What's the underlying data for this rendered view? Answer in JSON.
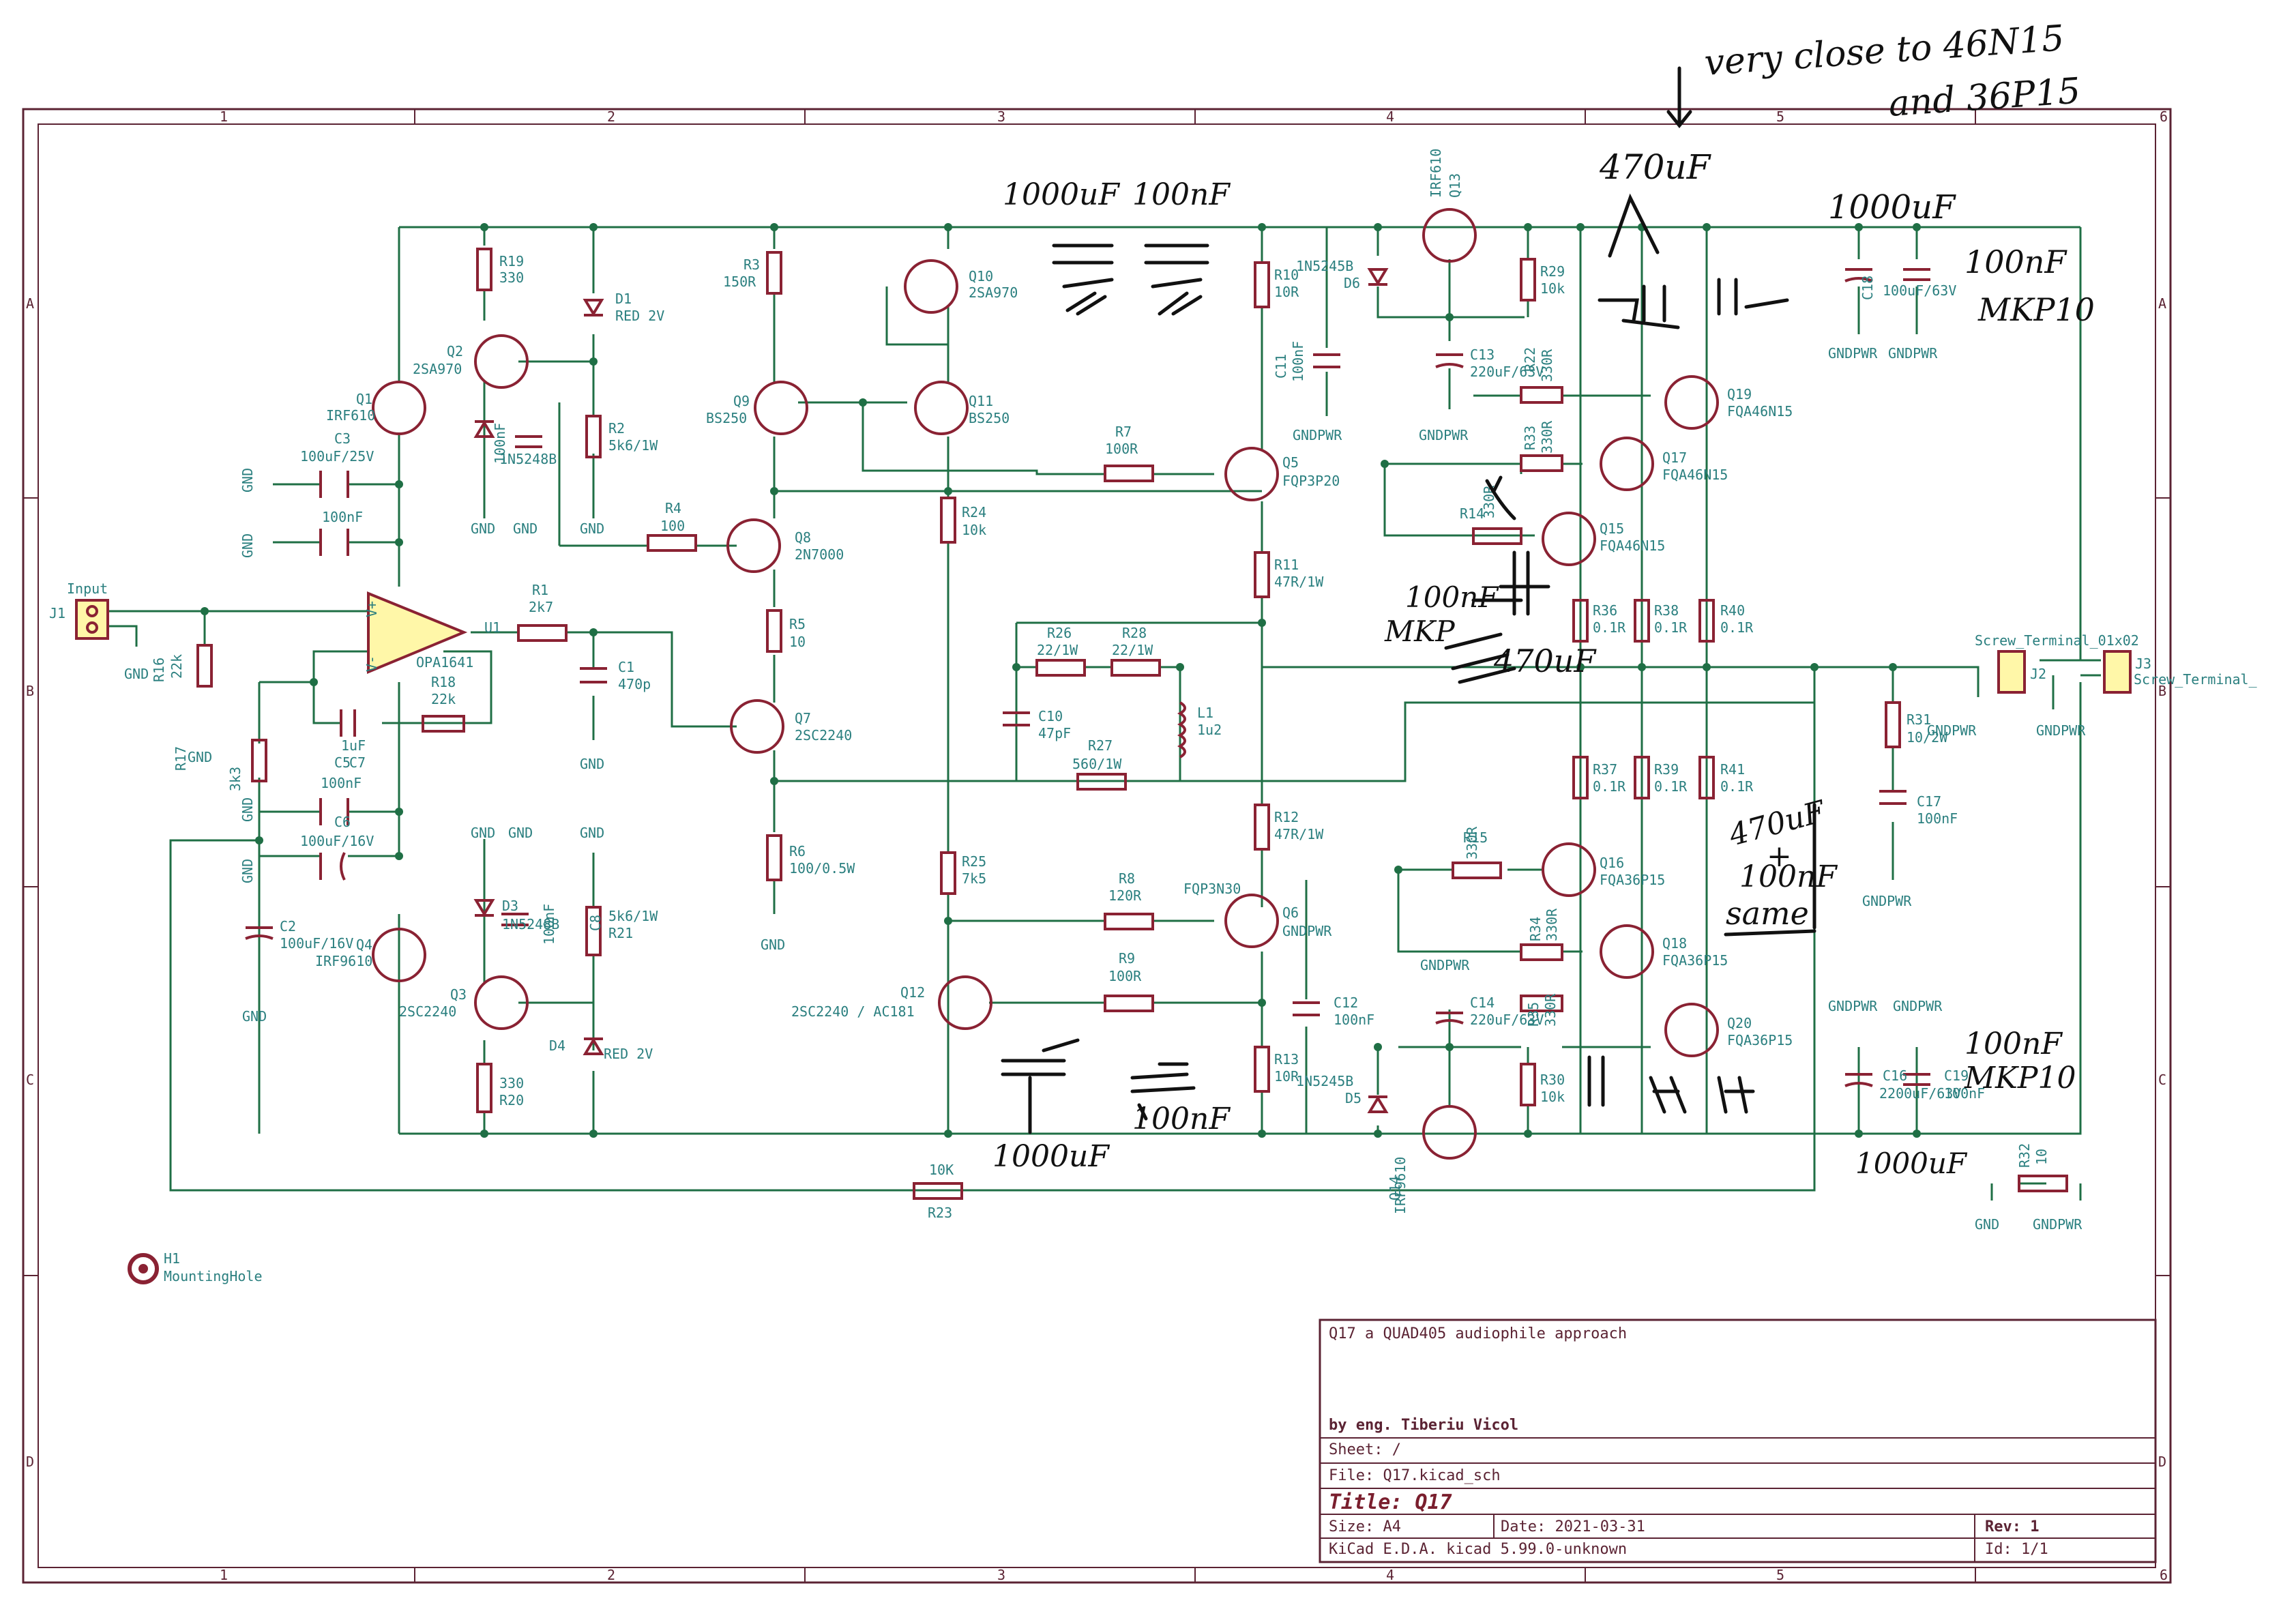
{
  "handnotes": {
    "note1a": "very close to 46N15",
    "note1b": "and 36P15",
    "c470uf_top": "470uF",
    "c1000uf_tl": "1000uF",
    "c100nf_tl": "100nF",
    "c1000uf_tr": "1000uF",
    "c100nf_tr": "100nF",
    "mkp10_tr": "MKP10",
    "c100nf_mid": "100nF",
    "mkp_mid": "MKP",
    "c470uf_mid": "470uF",
    "same_a": "470uF",
    "same_b": "+",
    "same_c": "100nF",
    "same_d": "same",
    "c1000uf_bl": "1000uF",
    "c100nf_bl": "100nF",
    "c1000uf_br": "1000uF",
    "c100nf_br": "100nF",
    "mkp10_br": "MKP10",
    "c470uf_x": "470uF"
  },
  "components": {
    "R19": [
      "R19",
      "330"
    ],
    "D1": [
      "D1",
      "RED 2V"
    ],
    "Q2": [
      "Q2",
      "2SA970"
    ],
    "Q1": [
      "Q1",
      "IRF610"
    ],
    "C3": [
      "C3",
      "100uF/25V"
    ],
    "C3b": [
      "100nF"
    ],
    "D2": [
      "1N5248B"
    ],
    "C2x": [
      "100nF"
    ],
    "R2": [
      "R2",
      "5k6/1W"
    ],
    "R3": [
      "R3",
      "150R"
    ],
    "Q10": [
      "Q10",
      "2SA970"
    ],
    "Q9": [
      "Q9",
      "BS250"
    ],
    "Q11": [
      "Q11",
      "BS250"
    ],
    "R4": [
      "R4",
      "100"
    ],
    "Q8": [
      "Q8",
      "2N7000"
    ],
    "R24": [
      "R24",
      "10k"
    ],
    "R7": [
      "R7",
      "100R"
    ],
    "R10": [
      "R10",
      "10R"
    ],
    "D6": [
      "1N5245B",
      "D6"
    ],
    "Q13": [
      "IRF610",
      "Q13"
    ],
    "R29": [
      "R29",
      "10k"
    ],
    "C11": [
      "C11",
      "100nF"
    ],
    "C13": [
      "C13",
      "220uF/63V"
    ],
    "R22": [
      "R22",
      "330R"
    ],
    "Q19": [
      "Q19",
      "FQA46N15"
    ],
    "Q5": [
      "Q5",
      "FQP3P20"
    ],
    "R33": [
      "R33",
      "330R"
    ],
    "Q17": [
      "Q17",
      "FQA46N15"
    ],
    "R14": [
      "R14",
      "330R"
    ],
    "Q15": [
      "Q15",
      "FQA46N15"
    ],
    "R11": [
      "R11",
      "47R/1W"
    ],
    "R36": [
      "R36",
      "0.1R"
    ],
    "R38": [
      "R38",
      "0.1R"
    ],
    "R40": [
      "R40",
      "0.1R"
    ],
    "C18": [
      "C18",
      "100uF/63V"
    ],
    "Input": [
      "Input"
    ],
    "J1": [
      "J1"
    ],
    "R16": [
      "R16",
      "22k"
    ],
    "R1": [
      "R1",
      "2k7"
    ],
    "U1": [
      "U1",
      "OPA1641"
    ],
    "C1": [
      "C1",
      "470p"
    ],
    "R18": [
      "R18",
      "22k"
    ],
    "R5": [
      "R5",
      "10"
    ],
    "Q7": [
      "Q7",
      "2SC2240"
    ],
    "R26": [
      "R26",
      "22/1W"
    ],
    "R28": [
      "R28",
      "22/1W"
    ],
    "C10": [
      "C10",
      "47pF"
    ],
    "L1": [
      "L1",
      "1u2"
    ],
    "R27": [
      "R27",
      "560/1W"
    ],
    "R17": [
      "R17",
      "3k3"
    ],
    "C5": [
      "C5",
      "1uF"
    ],
    "C7": [
      "C7",
      "100nF"
    ],
    "C6": [
      "C6",
      "100uF/16V"
    ],
    "C2": [
      "C2",
      "100uF/16V"
    ],
    "R6": [
      "R6",
      "100/0.5W"
    ],
    "R37": [
      "R37",
      "0.1R"
    ],
    "R39": [
      "R39",
      "0.1R"
    ],
    "R41": [
      "R41",
      "0.1R"
    ],
    "R31": [
      "R31",
      "10/2W"
    ],
    "C17": [
      "C17",
      "100nF"
    ],
    "J2": [
      "J2",
      "Screw_Terminal_01x02"
    ],
    "J3": [
      "J3",
      "Screw_Terminal_"
    ],
    "R12": [
      "R12",
      "47R/1W"
    ],
    "D3": [
      "D3",
      "1N5248B"
    ],
    "C8": [
      "C8",
      "100nF"
    ],
    "R21": [
      "R21",
      "5k6/1W"
    ],
    "Q4": [
      "Q4",
      "IRF9610"
    ],
    "R25": [
      "R25",
      "7k5"
    ],
    "R15": [
      "R15",
      "330R"
    ],
    "Q16": [
      "Q16",
      "FQA36P15"
    ],
    "R8": [
      "R8",
      "120R"
    ],
    "Q6": [
      "Q6",
      "FQP3N30"
    ],
    "R34": [
      "R34",
      "330R"
    ],
    "Q18": [
      "Q18",
      "FQA36P15"
    ],
    "Q3": [
      "Q3",
      "2SC2240"
    ],
    "Q12": [
      "Q12",
      "2SC2240 / AC181"
    ],
    "R9": [
      "R9",
      "100R"
    ],
    "C12": [
      "C12",
      "100nF"
    ],
    "C14": [
      "C14",
      "220uF/63V"
    ],
    "R35": [
      "R35",
      "330R"
    ],
    "Q20": [
      "Q20",
      "FQA36P15"
    ],
    "C16": [
      "C16",
      "2200uF/63V"
    ],
    "C19": [
      "C19",
      "100nF"
    ],
    "D4": [
      "D4",
      "RED 2V"
    ],
    "R20": [
      "330",
      "R20"
    ],
    "R13": [
      "R13",
      "10R"
    ],
    "D5": [
      "1N5245B",
      "D5"
    ],
    "R30": [
      "R30",
      "10k"
    ],
    "Q14": [
      "Q14",
      "IRF9610"
    ],
    "R23": [
      "10K",
      "R23"
    ],
    "R32": [
      "R32",
      "10"
    ],
    "H1": [
      "H1",
      "MountingHole"
    ]
  },
  "nets": {
    "gnd": "GND",
    "gndpwr": "GNDPWR",
    "v_plus": "V+",
    "v_minus": "V-"
  },
  "frame": {
    "cols": [
      "1",
      "2",
      "3",
      "4",
      "5",
      "6"
    ],
    "rows": [
      "A",
      "B",
      "C",
      "D"
    ]
  },
  "title_block": {
    "project": "Q17 a QUAD405 audiophile approach",
    "author": "by eng. Tiberiu Vicol",
    "sheet": "Sheet: /",
    "file": "File: Q17.kicad_sch",
    "title": "Title: Q17",
    "size": "Size: A4",
    "date": "Date: 2021-03-31",
    "rev": "Rev: 1",
    "kicad": "KiCad E.D.A.  kicad 5.99.0-unknown",
    "id": "Id: 1/1"
  }
}
